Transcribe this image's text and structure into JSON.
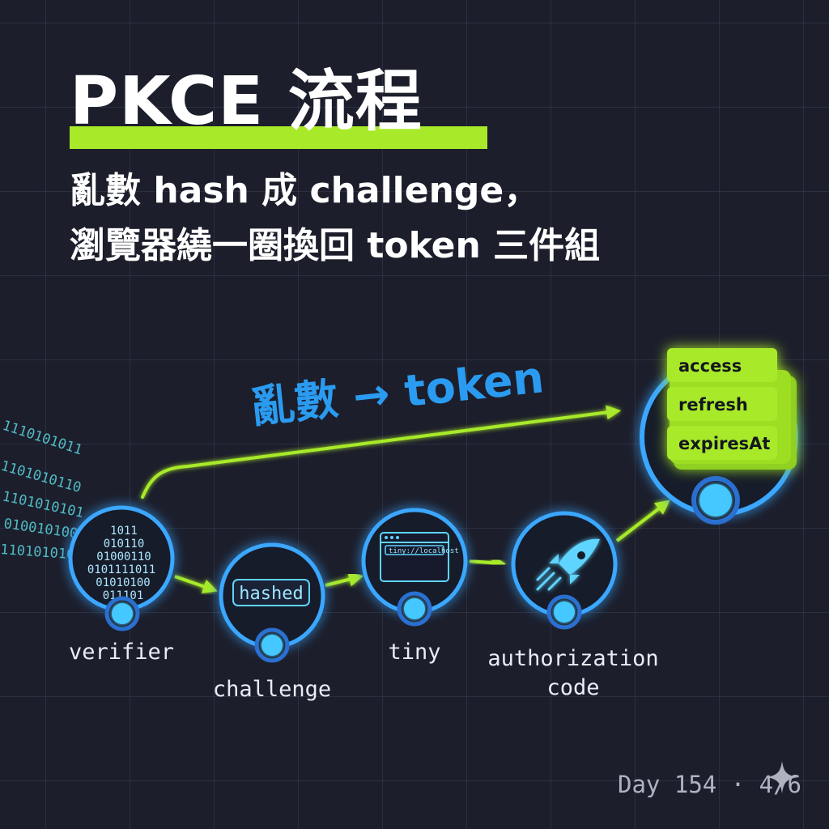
{
  "title": "PKCE 流程",
  "subtitle": {
    "line1": "亂數 hash 成 challenge，",
    "line2": "瀏覽器繞一圈換回 token 三件組"
  },
  "arc_label": "亂數 → token",
  "nodes": [
    {
      "id": "verifier",
      "label": "verifier",
      "icon": "binary-bits-icon",
      "bits": [
        "1011",
        "010110",
        "01000110",
        "0101111011",
        "01010100",
        "011101"
      ]
    },
    {
      "id": "challenge",
      "label": "challenge",
      "icon": "hashed-box-icon",
      "tag": "hashed"
    },
    {
      "id": "tiny",
      "label": "tiny",
      "icon": "browser-window-icon",
      "url": "tiny://localhost"
    },
    {
      "id": "authorization-code",
      "label_lines": [
        "authorization",
        "code"
      ],
      "icon": "rocket-icon"
    }
  ],
  "token_cards": [
    "access",
    "refresh",
    "expiresAt"
  ],
  "bits_stream": [
    "1110101011",
    "1101010110",
    "1101010101",
    "0100101000",
    "1101010101"
  ],
  "footer": "Day 154 · 4/6",
  "colors": {
    "background": "#1c1e2b",
    "accent_green": "#a8ea2a",
    "accent_blue": "#2a9bf0",
    "node_glow": "#3aa7ff",
    "node_dot": "#45c8ff"
  }
}
